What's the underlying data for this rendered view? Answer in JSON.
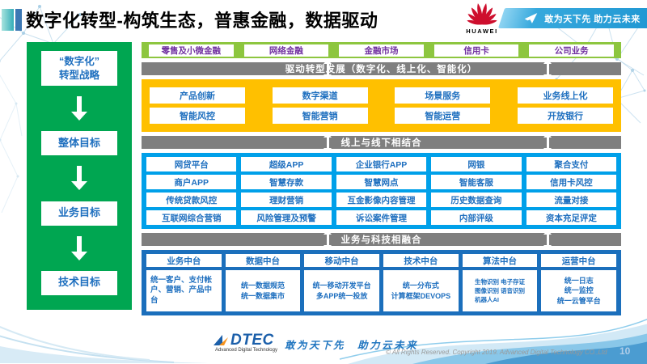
{
  "header": {
    "title": "数字化转型-构筑生态，普惠金融，数据驱动",
    "huawei": "HUAWEI",
    "ribbon_slogan": "敢为天下先 助力云未来"
  },
  "strategy_panel": {
    "items": [
      "“数字化”\n转型战略",
      "整体目标",
      "业务目标",
      "技术目标"
    ]
  },
  "business_lines": {
    "items": [
      "零售及小微金融",
      "网络金融",
      "金融市场",
      "信用卡",
      "公司业务"
    ]
  },
  "banners": {
    "drive": "驱动转型发展（数字化、线上化、智能化）",
    "online_offline": "线上与线下相结合",
    "tech_fusion": "业务与科技相融合"
  },
  "digital_capabilities": {
    "rows": [
      [
        "产品创新",
        "数字渠道",
        "场景服务",
        "业务线上化"
      ],
      [
        "智能风控",
        "智能营销",
        "智能运营",
        "开放银行"
      ]
    ]
  },
  "applications": {
    "rows": [
      [
        "网贷平台",
        "超级APP",
        "企业银行APP",
        "网银",
        "聚合支付"
      ],
      [
        "商户APP",
        "智慧存款",
        "智慧网点",
        "智能客服",
        "信用卡风控"
      ],
      [
        "传统贷款风控",
        "理财营销",
        "互金影像内容管理",
        "历史数据查询",
        "流量对接"
      ],
      [
        "互联网综合营销",
        "风险管理及预警",
        "诉讼案件管理",
        "内部评级",
        "资本充足评定"
      ]
    ]
  },
  "platforms": {
    "columns": [
      {
        "header": "业务中台",
        "content": "统一客户、支付帐户、营销、产品中台"
      },
      {
        "header": "数据中台",
        "content": "统一数据规范\n统一数据集市"
      },
      {
        "header": "移动中台",
        "content": "统一移动开发平台\n多APP统一投放"
      },
      {
        "header": "技术中台",
        "content": "统一分布式\n计算框架DEVOPS"
      },
      {
        "header": "算法中台",
        "content": "生物识别 电子存证\n图像识别 语音识别\n机器人AI"
      },
      {
        "header": "运营中台",
        "content": "统一日志\n统一监控\n统一云管平台"
      }
    ]
  },
  "footer": {
    "logo": "DTEC",
    "logo_subtext": "Advanced Digital Technology",
    "slogan": "敢为天下先　助力云未来",
    "copyright": "© All Rights Reserved. Copyright 2019. Advanced Digital Technology CO.,Ltd",
    "page": "10"
  },
  "colors": {
    "strategy_green": "#00A651",
    "business_lime": "#8DC63F",
    "capability_yellow": "#FFC000",
    "application_cyan": "#00A0E9",
    "platform_blue": "#1B6FBC",
    "banner_gray": "#7F7F7F",
    "box_text_blue": "#1E6FBF",
    "business_text_purple": "#7030A0",
    "huawei_red": "#CE0E2D",
    "ribbon_blue": "#2BA3DC"
  }
}
